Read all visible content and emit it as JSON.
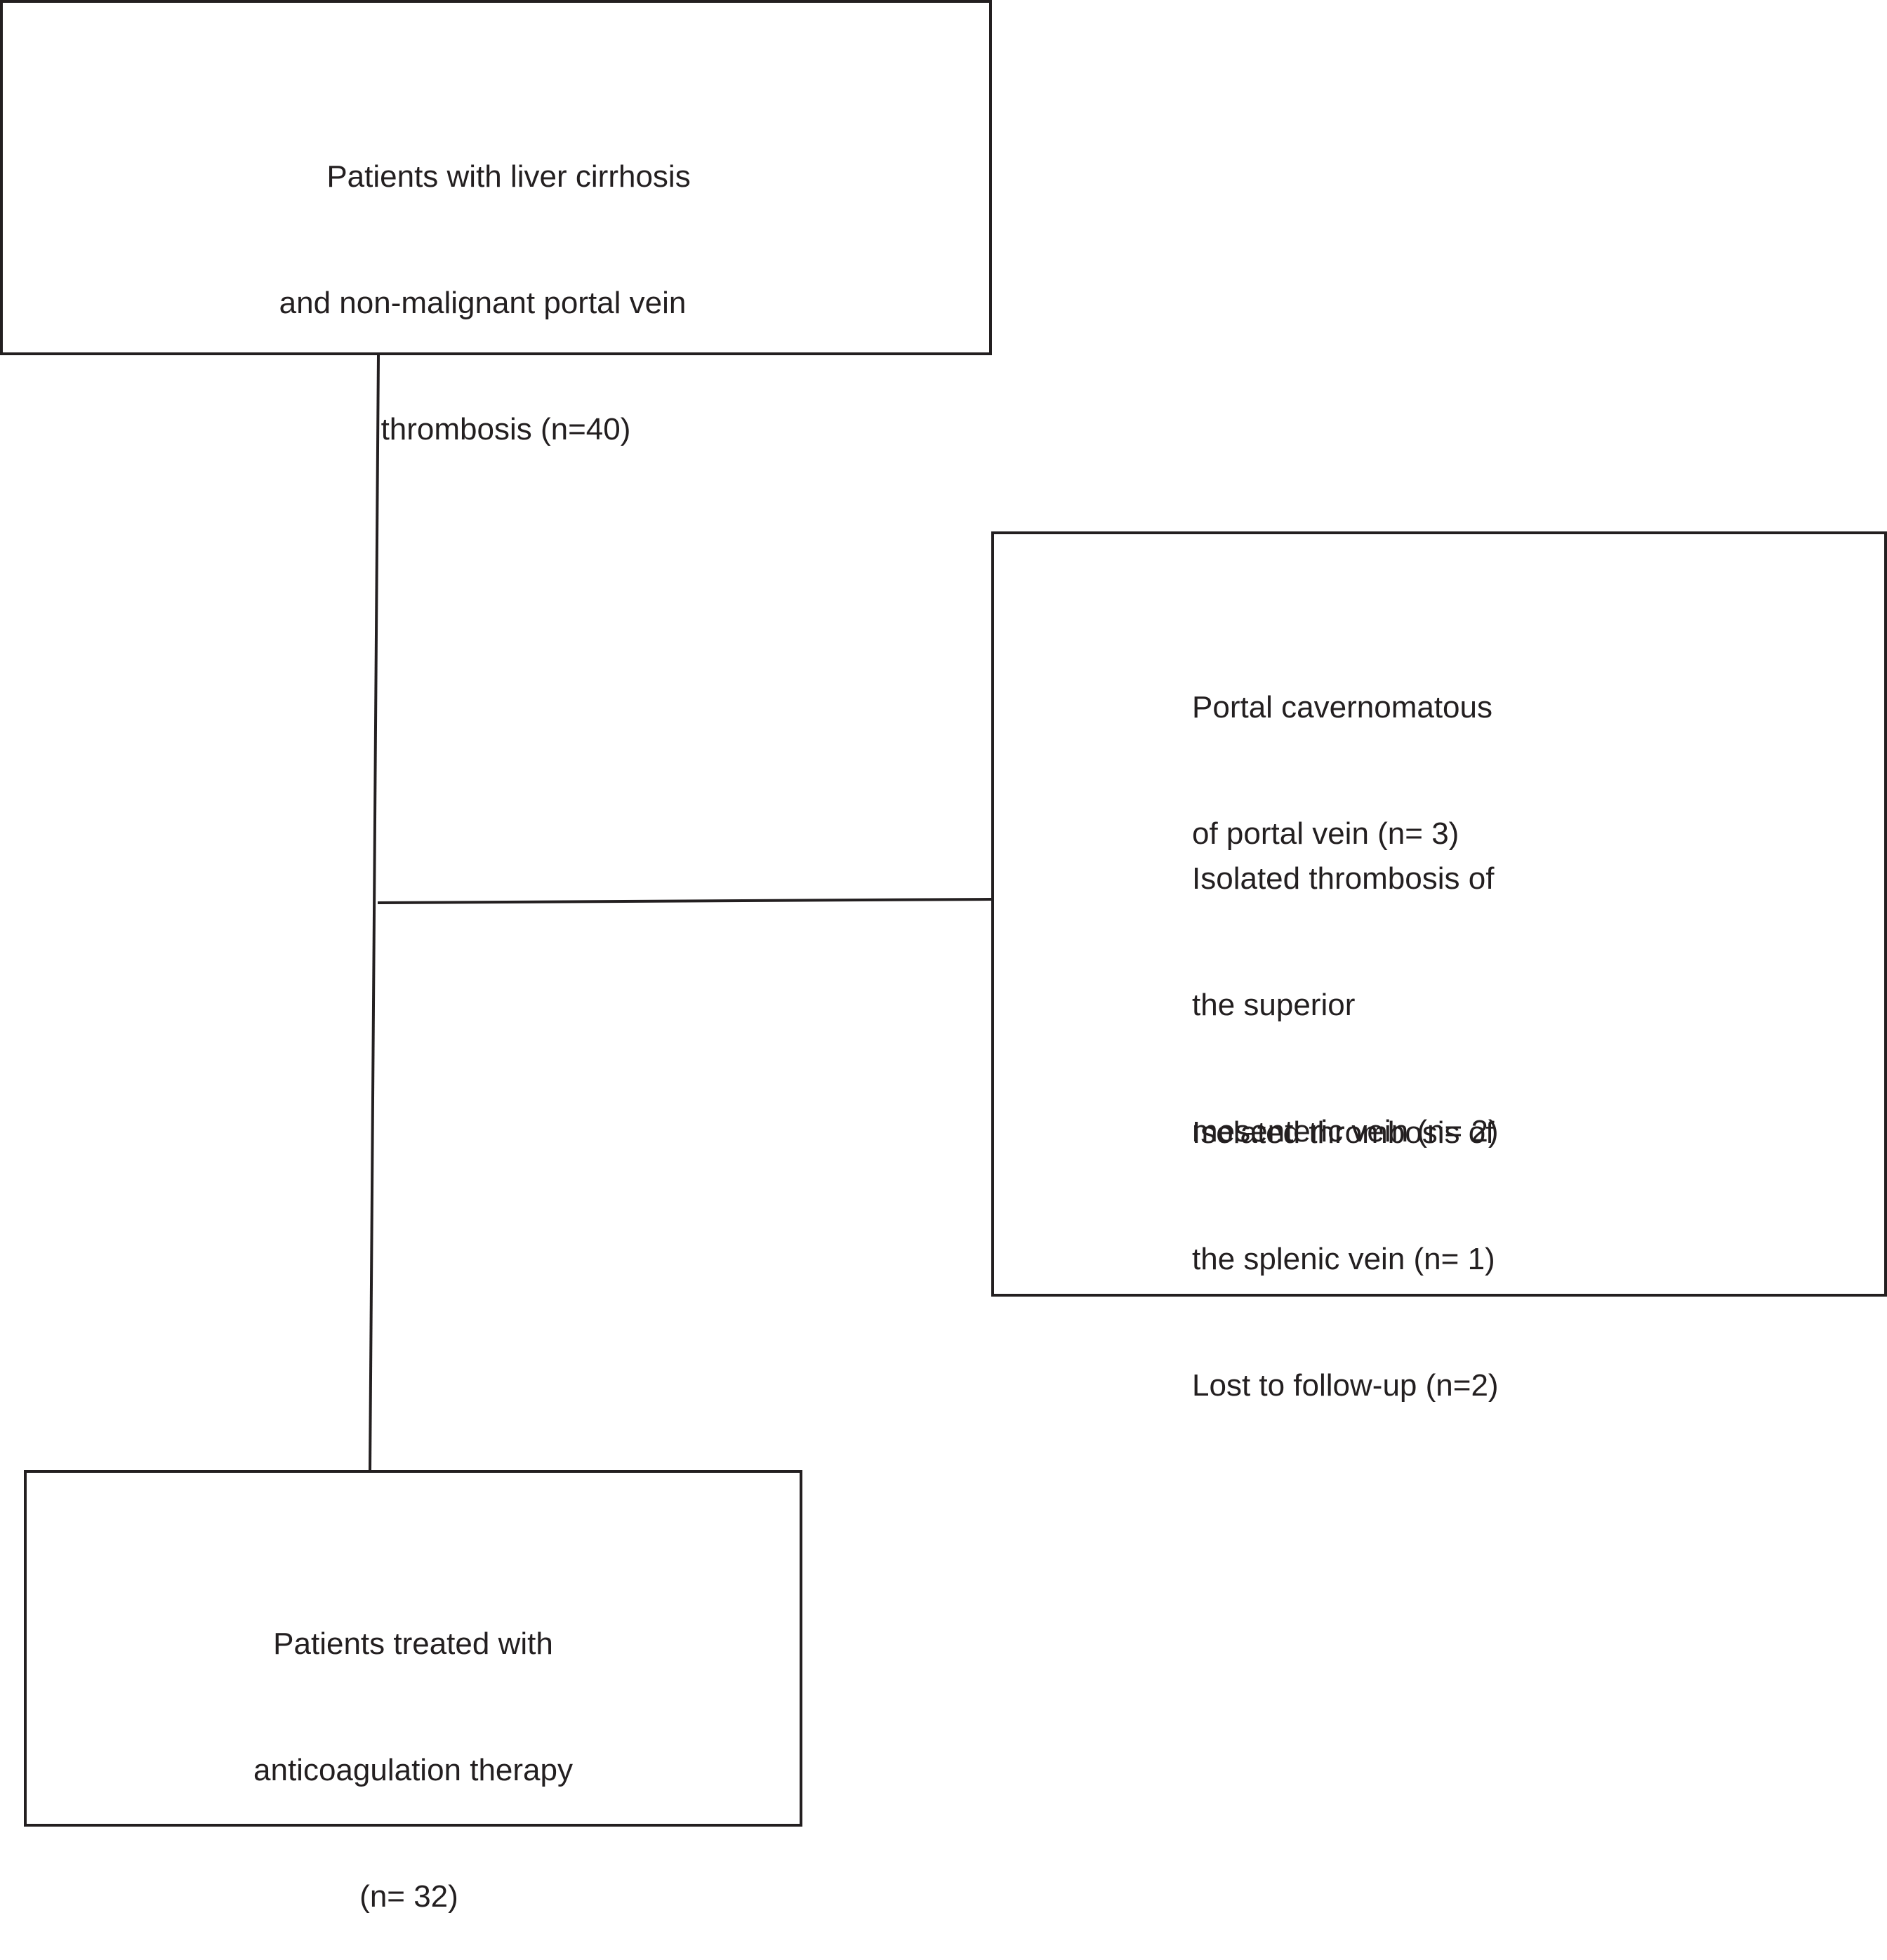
{
  "boxes": {
    "top": {
      "lines": [
        "Patients with liver cirrhosis",
        "and non-malignant portal vein",
        "thrombosis (n=40)"
      ]
    },
    "right": {
      "group1": [
        "Portal cavernomatous",
        "of portal vein (n= 3)"
      ],
      "group2": [
        "Isolated thrombosis of",
        "the superior",
        "mesenteric vein (n= 2)"
      ],
      "group3": [
        "Isolated thrombosis of",
        "the splenic vein (n= 1)",
        "Lost to follow-up (n=2)"
      ]
    },
    "bottom": {
      "lines": [
        "Patients treated with",
        "anticoagulation therapy",
        "(n= 32)"
      ]
    }
  }
}
